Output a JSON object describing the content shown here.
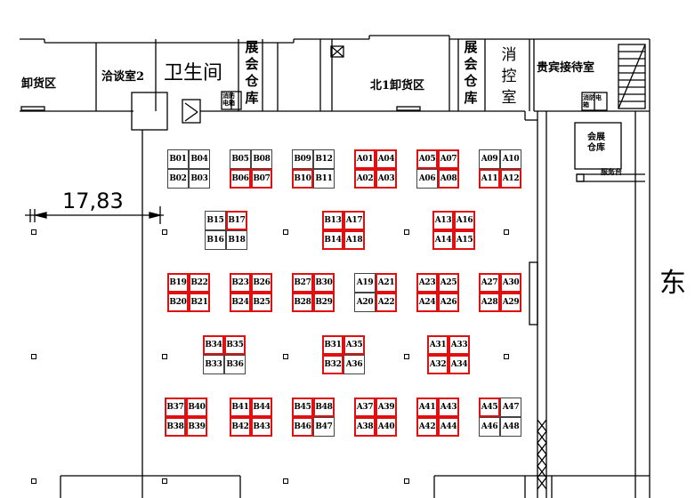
{
  "labels": {
    "unload_west": "卸货区",
    "negotiation_room": "洽谈室2",
    "toilet": "卫生间",
    "exhibit_storage_1": "展会仓库",
    "elec_box_1": "消防电箱",
    "north_unload": "北1卸货区",
    "exhibit_storage_2": "展会仓库",
    "fire_control": "消控室",
    "vip_room": "贵宾接待室",
    "elec_box_2": "消防电箱",
    "exhibit_storage_3": "会展仓库",
    "service_desk": "服务台",
    "east": "东",
    "dimension": "17,83"
  },
  "booths": [
    {
      "id": "B01",
      "red": false
    },
    {
      "id": "B04",
      "red": false
    },
    {
      "id": "B02",
      "red": false
    },
    {
      "id": "B03",
      "red": false
    },
    {
      "id": "B05",
      "red": false
    },
    {
      "id": "B08",
      "red": false
    },
    {
      "id": "B06",
      "red": true
    },
    {
      "id": "B07",
      "red": true
    },
    {
      "id": "B09",
      "red": false
    },
    {
      "id": "B12",
      "red": false
    },
    {
      "id": "B10",
      "red": true
    },
    {
      "id": "B11",
      "red": false
    },
    {
      "id": "A01",
      "red": true
    },
    {
      "id": "A04",
      "red": true
    },
    {
      "id": "A02",
      "red": true
    },
    {
      "id": "A03",
      "red": true
    },
    {
      "id": "A05",
      "red": true
    },
    {
      "id": "A07",
      "red": true
    },
    {
      "id": "A06",
      "red": false
    },
    {
      "id": "A08",
      "red": true
    },
    {
      "id": "A09",
      "red": false
    },
    {
      "id": "A10",
      "red": false
    },
    {
      "id": "A11",
      "red": true
    },
    {
      "id": "A12",
      "red": true
    },
    {
      "id": "B15",
      "red": false
    },
    {
      "id": "B17",
      "red": true
    },
    {
      "id": "B16",
      "red": false
    },
    {
      "id": "B18",
      "red": false
    },
    {
      "id": "B13",
      "red": true
    },
    {
      "id": "A17",
      "red": true
    },
    {
      "id": "B14",
      "red": true
    },
    {
      "id": "A18",
      "red": true
    },
    {
      "id": "A13",
      "red": true
    },
    {
      "id": "A16",
      "red": true
    },
    {
      "id": "A14",
      "red": true
    },
    {
      "id": "A15",
      "red": true
    },
    {
      "id": "B19",
      "red": true
    },
    {
      "id": "B22",
      "red": true
    },
    {
      "id": "B20",
      "red": true
    },
    {
      "id": "B21",
      "red": true
    },
    {
      "id": "B23",
      "red": true
    },
    {
      "id": "B26",
      "red": true
    },
    {
      "id": "B24",
      "red": true
    },
    {
      "id": "B25",
      "red": true
    },
    {
      "id": "B27",
      "red": true
    },
    {
      "id": "B30",
      "red": true
    },
    {
      "id": "B28",
      "red": true
    },
    {
      "id": "B29",
      "red": true
    },
    {
      "id": "A19",
      "red": false
    },
    {
      "id": "A21",
      "red": true
    },
    {
      "id": "A20",
      "red": false
    },
    {
      "id": "A22",
      "red": true
    },
    {
      "id": "A23",
      "red": true
    },
    {
      "id": "A25",
      "red": true
    },
    {
      "id": "A24",
      "red": true
    },
    {
      "id": "A26",
      "red": true
    },
    {
      "id": "A27",
      "red": true
    },
    {
      "id": "A30",
      "red": true
    },
    {
      "id": "A28",
      "red": true
    },
    {
      "id": "A29",
      "red": true
    },
    {
      "id": "B34",
      "red": true
    },
    {
      "id": "B35",
      "red": true
    },
    {
      "id": "B33",
      "red": false
    },
    {
      "id": "B36",
      "red": false
    },
    {
      "id": "B31",
      "red": true
    },
    {
      "id": "A35",
      "red": true
    },
    {
      "id": "B32",
      "red": true
    },
    {
      "id": "A36",
      "red": false
    },
    {
      "id": "A31",
      "red": true
    },
    {
      "id": "A33",
      "red": true
    },
    {
      "id": "A32",
      "red": true
    },
    {
      "id": "A34",
      "red": true
    },
    {
      "id": "B37",
      "red": true
    },
    {
      "id": "B40",
      "red": true
    },
    {
      "id": "B38",
      "red": true
    },
    {
      "id": "B39",
      "red": true
    },
    {
      "id": "B41",
      "red": true
    },
    {
      "id": "B44",
      "red": true
    },
    {
      "id": "B42",
      "red": true
    },
    {
      "id": "B43",
      "red": true
    },
    {
      "id": "B45",
      "red": true
    },
    {
      "id": "B48",
      "red": true
    },
    {
      "id": "B46",
      "red": true
    },
    {
      "id": "B47",
      "red": false
    },
    {
      "id": "A37",
      "red": true
    },
    {
      "id": "A39",
      "red": true
    },
    {
      "id": "A38",
      "red": true
    },
    {
      "id": "A40",
      "red": true
    },
    {
      "id": "A41",
      "red": true
    },
    {
      "id": "A43",
      "red": true
    },
    {
      "id": "A42",
      "red": true
    },
    {
      "id": "A44",
      "red": true
    },
    {
      "id": "A45",
      "red": true
    },
    {
      "id": "A47",
      "red": false
    },
    {
      "id": "A46",
      "red": false
    },
    {
      "id": "A48",
      "red": false
    }
  ]
}
